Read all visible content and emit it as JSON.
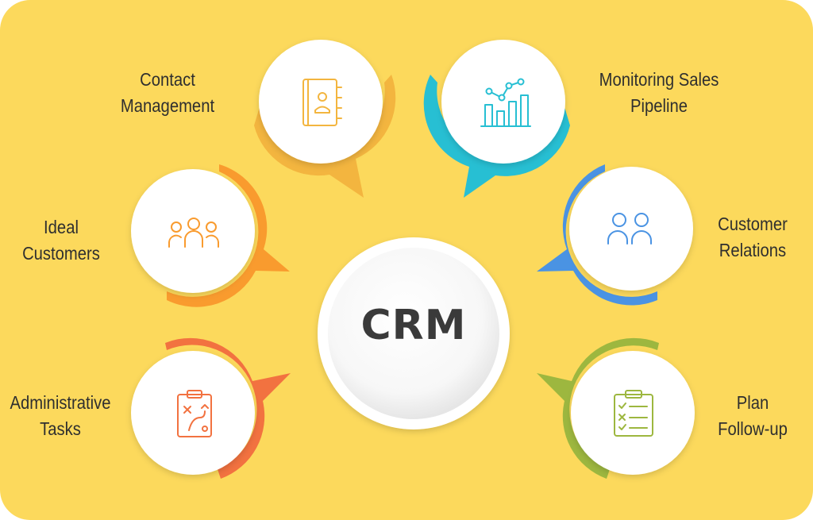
{
  "center": {
    "label": "CRM"
  },
  "nodes": [
    {
      "id": "contact-management",
      "label": "Contact\nManagement",
      "color": "#F3B53F",
      "icon": "address-book-icon"
    },
    {
      "id": "monitoring-sales-pipeline",
      "label": "Monitoring Sales\nPipeline",
      "color": "#27BFD3",
      "icon": "bar-line-chart-icon"
    },
    {
      "id": "ideal-customers",
      "label": "Ideal\nCustomers",
      "color": "#F99B2E",
      "icon": "group-icon"
    },
    {
      "id": "customer-relations",
      "label": "Customer\nRelations",
      "color": "#4A93E3",
      "icon": "two-people-icon"
    },
    {
      "id": "administrative-tasks",
      "label": "Administrative\nTasks",
      "color": "#F27240",
      "icon": "strategy-clipboard-icon"
    },
    {
      "id": "plan-follow-up",
      "label": "Plan\nFollow-up",
      "color": "#9DB73F",
      "icon": "checklist-icon"
    }
  ],
  "colors": {
    "background": "#FCD95C",
    "circle": "#FFFFFF",
    "text": "#2F2F2F",
    "center_text": "#3A3A3A"
  }
}
